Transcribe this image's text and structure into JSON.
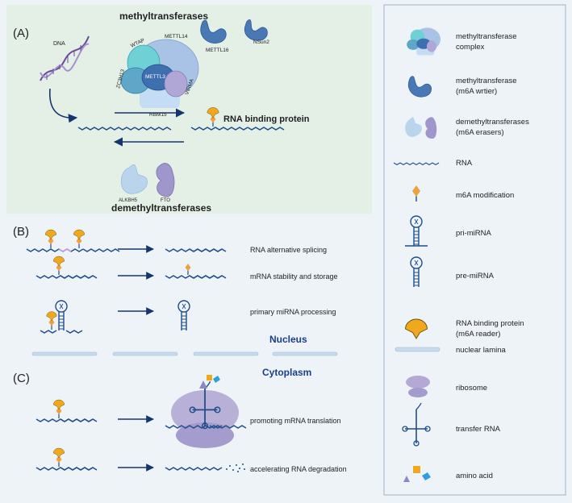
{
  "colors": {
    "background": "#eef3f8",
    "panel_a_bg": "#e4efe6",
    "legend_bg": "#eef3f8",
    "legend_border": "#9fb0c4",
    "rna": "#1e4d8c",
    "arrow": "#16356e",
    "heading_blue": "#1a3f8a",
    "m6a": "#f0a23a",
    "reader": "#f0a81c",
    "lamina": "#c7dbec",
    "ribosome": "#b3a9d4",
    "writer": "#4a78b5",
    "eraser_light": "#b9d4ec",
    "eraser_purple": "#9f97cc"
  },
  "panel_a": {
    "label": "(A)",
    "methyltransferases_title": "methyltransferases",
    "demethyltransferases_title": "demethyltransferases",
    "dna_label": "DNA",
    "rna_binding_protein": "RNA binding protein",
    "proteins": {
      "mettl14": "METTL14",
      "mettl16": "METTL16",
      "nsun2": "NSun2",
      "wtap": "WTAP",
      "zc3h13": "ZC3H13",
      "mettl3": "METTL3",
      "virma": "VIRMA",
      "rbm15": "RBM15",
      "alkbh5": "ALKBH5",
      "fto": "FTO"
    }
  },
  "panel_b": {
    "label": "(B)",
    "rows": [
      {
        "text": "RNA alternative splicing"
      },
      {
        "text": "mRNA stability and storage"
      },
      {
        "text": "primary miRNA processing"
      }
    ],
    "nucleus": "Nucleus",
    "cytoplasm": "Cytoplasm"
  },
  "panel_c": {
    "label": "(C)",
    "rows": [
      {
        "text": "promoting mRNA translation"
      },
      {
        "text": "accelerating RNA degradation"
      }
    ]
  },
  "legend": {
    "items": [
      {
        "icon": "methyltransferase-complex-icon",
        "line1": "methyltransferase",
        "line2": "complex"
      },
      {
        "icon": "methyltransferase-writer-icon",
        "line1": "methyltransferase",
        "line2": "(m6A wrtier)"
      },
      {
        "icon": "demethyltransferase-eraser-icon",
        "line1": "demethyltransferases",
        "line2": "(m6A erasers)"
      },
      {
        "icon": "rna-icon",
        "line1": "RNA",
        "line2": ""
      },
      {
        "icon": "m6a-modification-icon",
        "line1": "m6A modification",
        "line2": ""
      },
      {
        "icon": "pri-mirna-icon",
        "line1": "pri-miRNA",
        "line2": ""
      },
      {
        "icon": "pre-mirna-icon",
        "line1": "pre-miRNA",
        "line2": ""
      },
      {
        "icon": "rna-binding-protein-icon",
        "line1": "RNA binding protein",
        "line2": "(m6A reader)"
      },
      {
        "icon": "nuclear-lamina-icon",
        "line1": "nuclear lamina",
        "line2": ""
      },
      {
        "icon": "ribosome-icon",
        "line1": "ribosome",
        "line2": ""
      },
      {
        "icon": "transfer-rna-icon",
        "line1": "transfer RNA",
        "line2": ""
      },
      {
        "icon": "amino-acid-icon",
        "line1": "amino acid",
        "line2": ""
      }
    ]
  }
}
